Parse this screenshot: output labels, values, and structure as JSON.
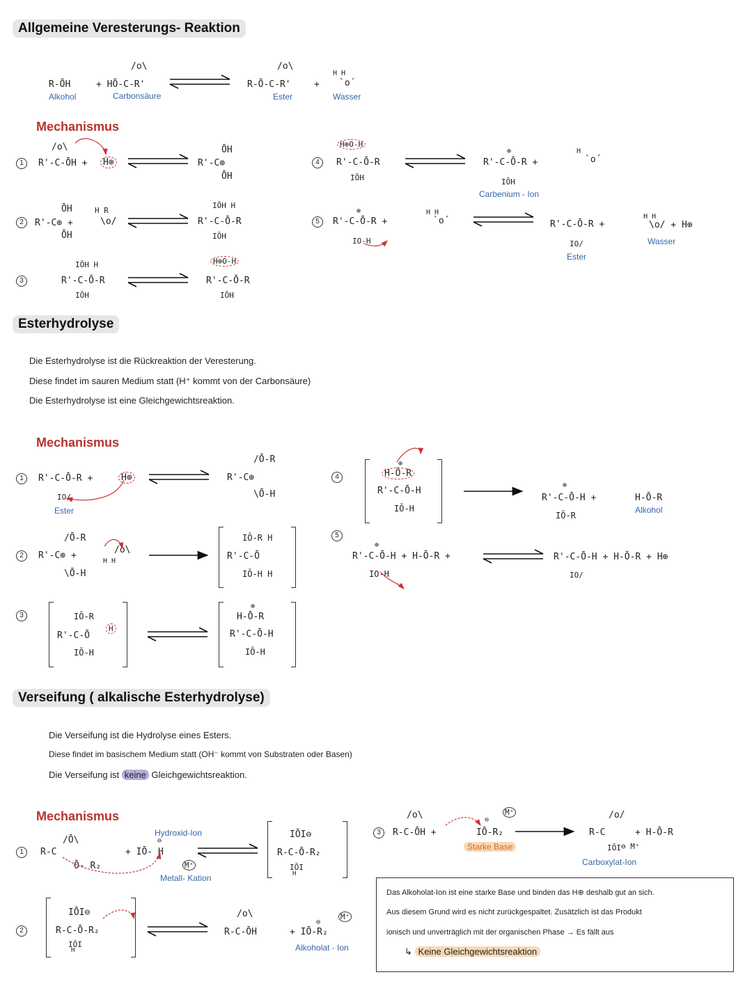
{
  "headings": {
    "general": "Allgemeine Veresterungs- Reaktion",
    "hydrolysis": "Esterhydrolyse",
    "saponification": "Verseifung ( alkalische Esterhydrolyse)"
  },
  "mechanism_label": "Mechanismus",
  "general": {
    "alcohol": "R-ŌH",
    "alcohol_lbl": "Alkohol",
    "acid_top": "/o\\",
    "acid": "+  HŌ-C-R'",
    "acid_lbl": "Carbonsäure",
    "ester_top": "/o\\",
    "ester": "R-Ō-C-R'",
    "ester_lbl": "Ester",
    "plus": "+",
    "water": "H  H",
    "water2": "`o´",
    "water_lbl": "Wasser"
  },
  "esterification": {
    "s1": "R'-C-ŌH  +",
    "s1_top": "/o\\",
    "s1_h": "H⊕",
    "s1_prod": "R'-C⊕",
    "s1_prod_top": "ŌH",
    "s1_prod_bot": "ŌH",
    "s2": "R'-C⊕  +",
    "s2_top": "ŌH",
    "s2_bot": "ŌH",
    "s2_water": "H  R",
    "s2_water2": "\\o/",
    "s2_prod": "R'-C-Ō-R",
    "s2_prod_top": "IŌH  H",
    "s2_prod_bot": "IŌH",
    "s3": "R'-C-Ō-R",
    "s3_top": "IŌH  H",
    "s3_bot": "IŌH",
    "s3_prod": "R'-C-Ō-R",
    "s3_prod_top": "H⊕O-H",
    "s3_prod_bot": "IŌH",
    "s4": "R'-C-Ō-R",
    "s4_top": "H⊕O-H",
    "s4_bot": "IŌH",
    "s4_prod": "R'-C-Ō-R  +",
    "s4_prod_top": "⊕",
    "s4_prod_bot": "IŌH",
    "s4_prod_lbl": "Carbenium - Ion",
    "s4_water": "H",
    "s4_water2": "`o´",
    "s5": "R'-C-Ō-R  +",
    "s5_top": "⊕",
    "s5_bot": "IO-H",
    "s5_water": "H  H",
    "s5_water2": "`o´",
    "s5_prod": "R'-C-Ō-R  +",
    "s5_prod_bot": "IO/",
    "s5_prod_lbl": "Ester",
    "s5_water_prod": "H  H",
    "s5_water_prod2": "\\o/  + H⊕",
    "s5_water_lbl": "Wasser"
  },
  "hydrolysis": {
    "lines": [
      "Die  Esterhydrolyse  ist  die  Rückreaktion  der  Veresterung.",
      "Diese  findet  im  sauren  Medium  statt  (H⁺ kommt  von der  Carbonsäure)",
      "Die  Esterhydrolyse  ist  eine  Gleichgewichtsreaktion."
    ],
    "s1": "R'-C-Ō-R  +",
    "s1_h": "H⊕",
    "s1_bot": "IO/",
    "s1_lbl": "Ester",
    "s1_prod": "R'-C⊕",
    "s1_prod_top": "/Ō-R",
    "s1_prod_bot": "\\Ō-H",
    "s2": "R'-C⊕  +",
    "s2_top": "/Ō-R",
    "s2_bot": "\\Ō-H",
    "s2_water": "/o\\",
    "s2_water2": "H   H",
    "s2_prod": "R'-C-Ō",
    "s2_prod_top": "IŌ-R     H",
    "s2_prod_bot": "IŌ-H     H",
    "s3": "R'-C-Ō",
    "s3_top": "IŌ-R",
    "s3_bot": "IŌ-H",
    "s3_h": "H",
    "s3_prod": "R'-C-Ō-H",
    "s3_prod_top": "H-Ō-R",
    "s3_prod_sup": "⊕",
    "s3_prod_bot": "IŌ-H",
    "s4": "R'-C-Ō-H",
    "s4_top": "H-Ō-R",
    "s4_sup": "⊕",
    "s4_bot": "IŌ-H",
    "s4_prod": "R'-C-Ō-H  +",
    "s4_prod_top": "⊕",
    "s4_prod_bot": "IŌ-R",
    "s4_alc": "H-Ō-R",
    "s4_alc_lbl": "Alkohol",
    "s5": "R'-C-Ō-H  + H-Ō-R +",
    "s5_top": "⊕",
    "s5_bot": "IO-H",
    "s5_prod": "R'-C-Ō-H  + H-Ō-R + H⊕",
    "s5_prod_bot": "IO/"
  },
  "saponification": {
    "lines_pre": "Die  Verseifung  ist  die  Hydrolyse  eines  Esters.",
    "line2": "Diese  findet  im  basischem  Medium  statt  (OH⁻ kommt  von  Substraten  oder  Basen)",
    "line3_a": "Die  Verseifung  ist",
    "line3_keine": "keine",
    "line3_b": "Gleichgewichtsreaktion.",
    "s1": "R-C",
    "s1_top": "/Ō\\",
    "s1_bot": "Ō- R₂",
    "s1_oh_lbl": "Hydroxid-Ion",
    "s1_oh": "+ IŌ- H",
    "s1_oh_top": "⊖",
    "s1_m": "M⁺",
    "s1_m_lbl": "Metall- Kation",
    "s1_prod": "R-C-Ō-R₂",
    "s1_prod_top": "IŌI⊖",
    "s1_prod_bot": "IŌI",
    "s1_prod_bot2": "H",
    "s2": "R-C-Ō-R₂",
    "s2_top": "IŌI⊖",
    "s2_bot": "IŌI",
    "s2_bot2": "H",
    "s2_prod": "R-C-ŌH",
    "s2_prod_top": "/o\\",
    "s2_alk": "+  IŌ-R₂",
    "s2_alk_top": "⊖",
    "s2_alk_m": "M⁺",
    "s2_alk_lbl": "Alkoholat - Ion",
    "s3": "R-C-ŌH  +",
    "s3_top": "/o\\",
    "s3_base": "IŌ-R₂",
    "s3_base_top": "⊖",
    "s3_base_m": "M⁺",
    "s3_base_lbl": "Starke  Base",
    "s3_prod": "R-C",
    "s3_prod_top": "/o/",
    "s3_prod_bot": "IŌI",
    "s3_prod_m": "⊖ M⁺",
    "s3_prod_lbl": "Carboxylat-Ion",
    "s3_alc": "+  H-Ō-R",
    "box_line1": "Das  Alkoholat-Ion  ist eine  starke  Base  und  binden  das  H⊕  deshalb  gut  an sich.",
    "box_line2": "Aus  diesem  Grund  wird  es  nicht  zurückgespaltet.  Zusätzlich  ist  das  Produkt",
    "box_line3": "ionisch  und  unverträglich  mit  der  organischen  Phase  →  Es  fällt  aus",
    "box_line4_arrow": "↳",
    "box_line4": "Keine  Gleichgewichtsreaktion"
  },
  "step_numbers": [
    "1",
    "2",
    "3",
    "4",
    "5"
  ],
  "colors": {
    "accent_red": "#b5342e",
    "label_blue": "#3466a8",
    "highlight_orange": "#d2692a",
    "keine_purple": "#b7afd8",
    "peach": "#f7d9b8"
  }
}
